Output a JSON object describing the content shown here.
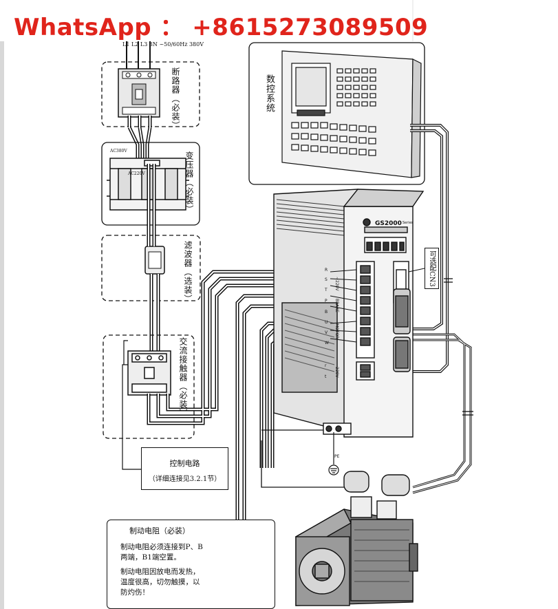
{
  "banner": {
    "text": "WhatsApp ： +8615273089509",
    "color": "#e0241b"
  },
  "power_input_label": "L1 L2 L3 3N ~50/60Hz 380V",
  "components": {
    "breaker": "断路器（必装）",
    "transformer": "变压器（必装）",
    "transformer_in": "AC380V",
    "transformer_out": "AC220V",
    "filter": "滤波器（选装）",
    "contactor": "交流接触器（必装）",
    "cnc": "数控系统",
    "optional_cn3": "可选配CN3",
    "pe": "PE"
  },
  "drive": {
    "brand": "GS2000",
    "series_label": "Series",
    "terminals": [
      "R",
      "S",
      "T",
      "P",
      "B",
      "U",
      "V",
      "W",
      "r",
      "t"
    ],
    "group_labels": {
      "input": "~220V",
      "brake": "BRAKE",
      "motor": "MOTOR",
      "control_power": "~220V"
    }
  },
  "control_circuit": {
    "title": "控制电路",
    "subtitle": "（详细连接见3.2.1节）"
  },
  "brake_resistor_note": {
    "title": "制动电阻（必装）",
    "lines": [
      "制动电阻必须连接到P、B",
      "两端，B1端空置。",
      "制动电阻因放电而发热，",
      "温度很高，切勿触摸，以",
      "防灼伤！"
    ]
  }
}
